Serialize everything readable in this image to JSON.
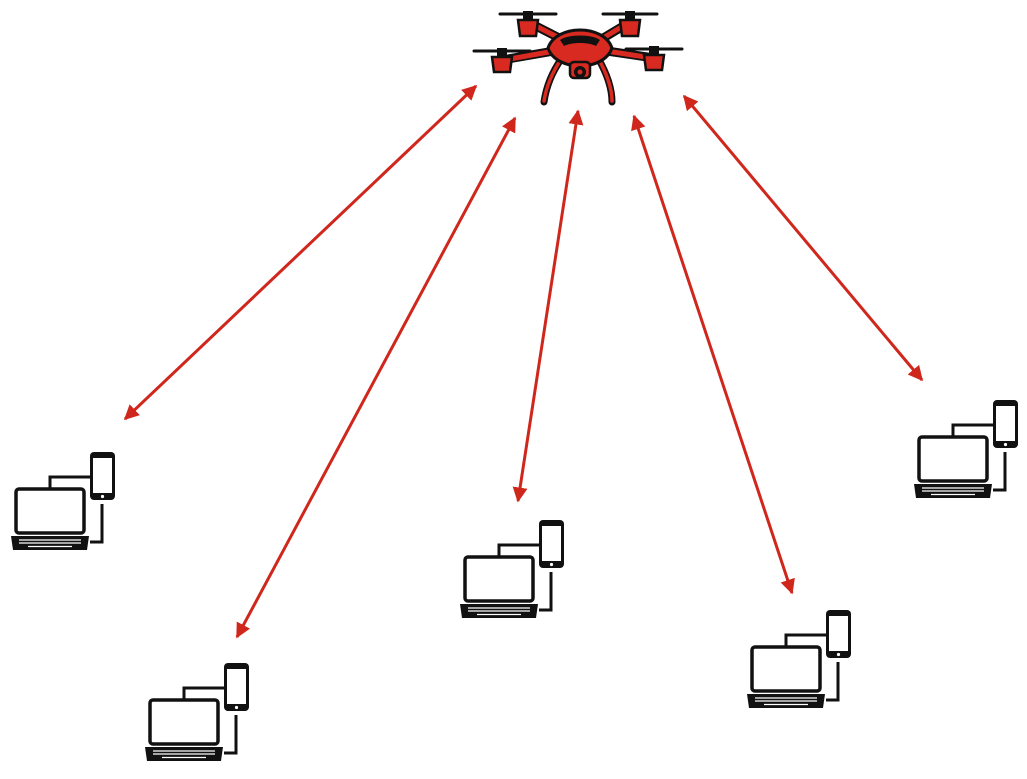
{
  "colors": {
    "link": "#d0271d",
    "drone_body": "#d82a20",
    "outline": "#111111",
    "background": "#ffffff"
  },
  "nodes": [
    {
      "id": "drone",
      "icon": "quadcopter-drone-icon"
    },
    {
      "id": "user-1",
      "icon": "laptop-and-phone-icon"
    },
    {
      "id": "user-2",
      "icon": "laptop-and-phone-icon"
    },
    {
      "id": "user-3",
      "icon": "laptop-and-phone-icon"
    },
    {
      "id": "user-4",
      "icon": "laptop-and-phone-icon"
    },
    {
      "id": "user-5",
      "icon": "laptop-and-phone-icon"
    }
  ],
  "links": [
    {
      "from": "drone",
      "to": "user-1",
      "direction": "bidirectional"
    },
    {
      "from": "drone",
      "to": "user-2",
      "direction": "bidirectional"
    },
    {
      "from": "drone",
      "to": "user-3",
      "direction": "bidirectional"
    },
    {
      "from": "drone",
      "to": "user-4",
      "direction": "bidirectional"
    },
    {
      "from": "drone",
      "to": "user-5",
      "direction": "bidirectional"
    }
  ]
}
